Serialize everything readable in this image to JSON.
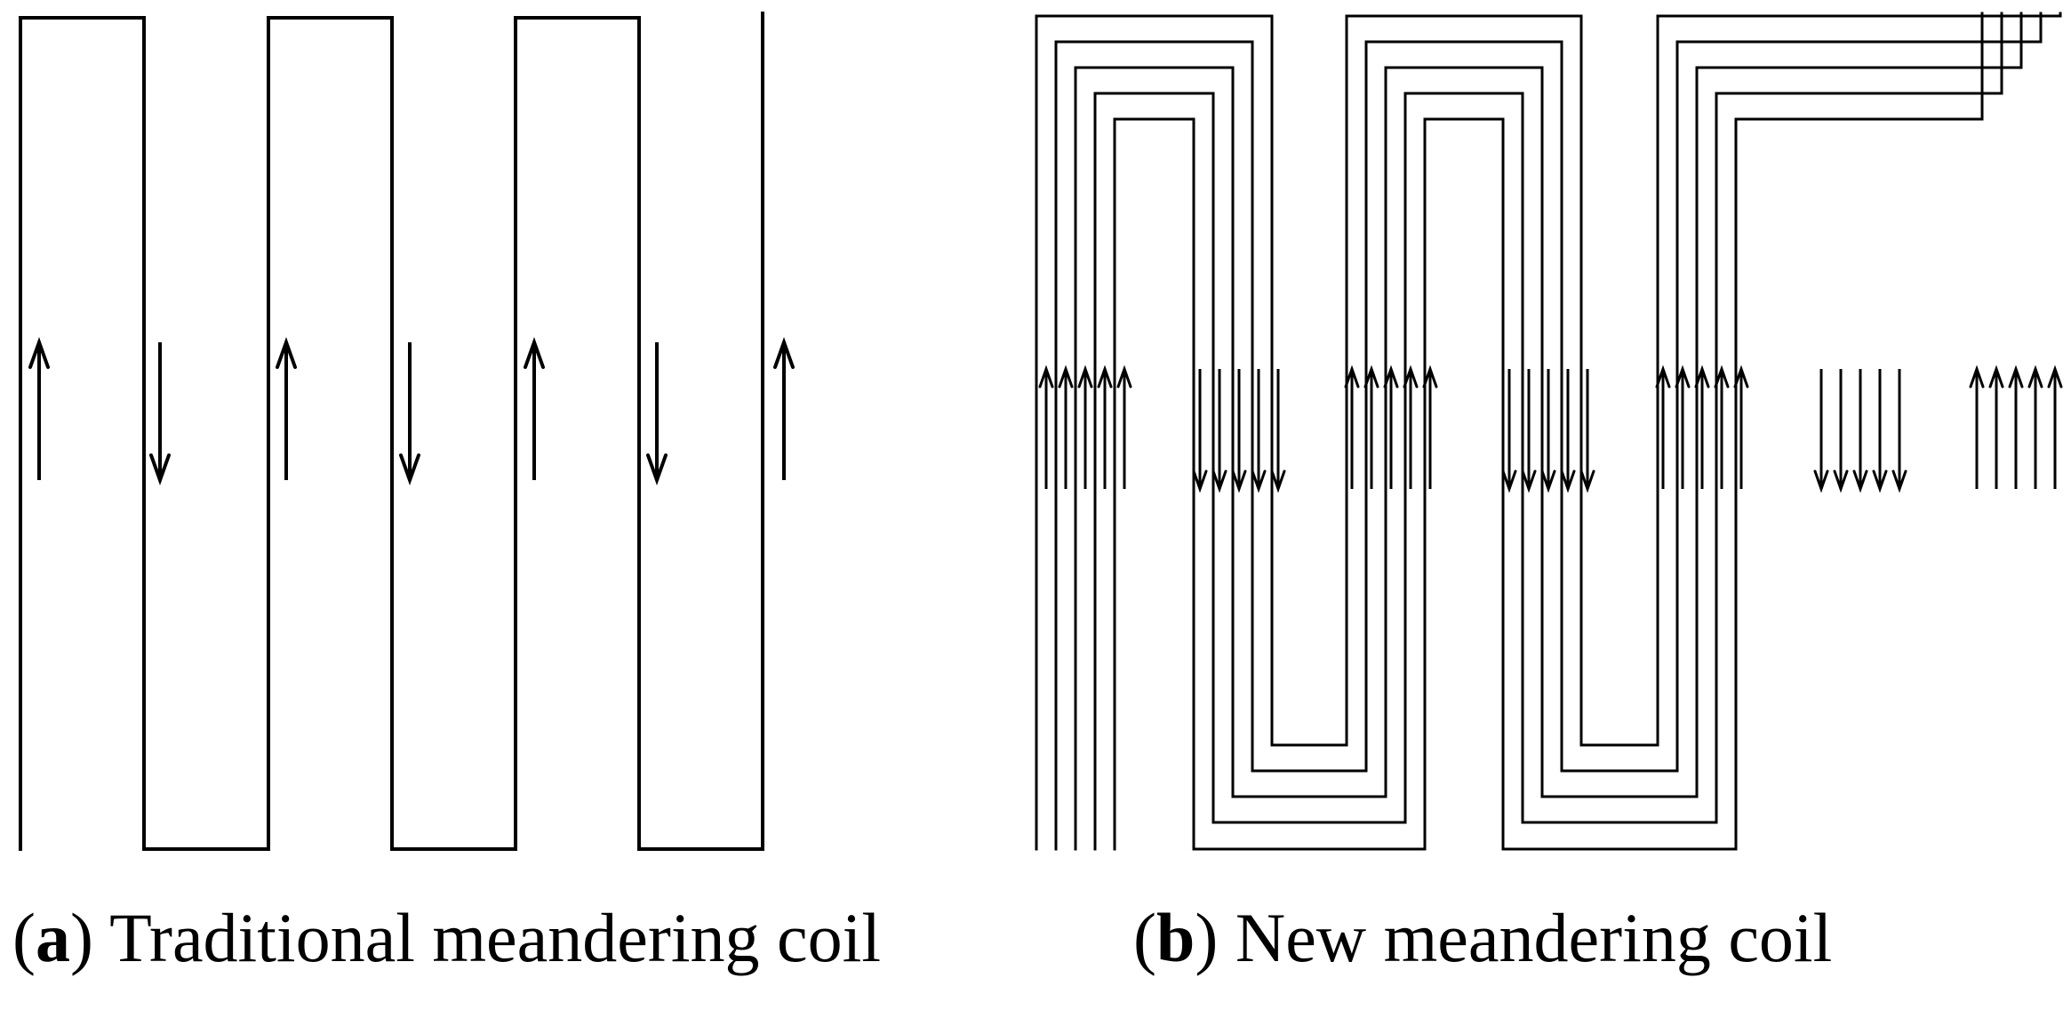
{
  "panel_a": {
    "caption_prefix": "(",
    "caption_letter": "a",
    "caption_suffix": ")",
    "caption_text": "Traditional meandering coil"
  },
  "panel_b": {
    "caption_prefix": "(",
    "caption_letter": "b",
    "caption_suffix": ")",
    "caption_text": "New meandering coil"
  },
  "colors": {
    "stroke": "#000000",
    "background": "#ffffff"
  }
}
